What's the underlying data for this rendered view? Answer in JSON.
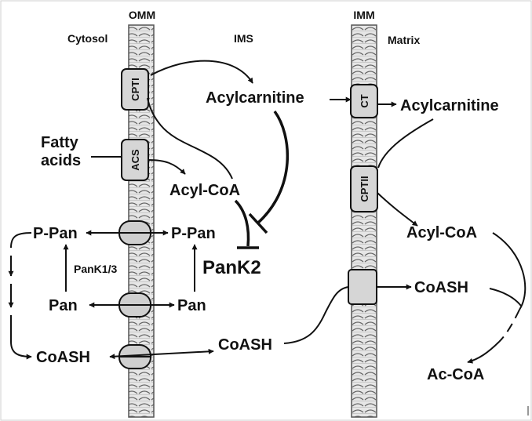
{
  "labels": {
    "omm": "OMM",
    "imm": "IMM",
    "cytosol": "Cytosol",
    "ims": "IMS",
    "matrix": "Matrix",
    "fatty_acids_1": "Fatty",
    "fatty_acids_2": "acids",
    "acylcarnitine_ims": "Acylcarnitine",
    "acylcarnitine_matrix": "Acylcarnitine",
    "acylcoa_ims": "Acyl-CoA",
    "acylcoa_matrix": "Acyl-CoA",
    "ppan_left": "P-Pan",
    "ppan_right": "P-Pan",
    "pank13": "PanK1/3",
    "pank2": "PanK2",
    "pan_left": "Pan",
    "pan_right": "Pan",
    "coash_left": "CoASH",
    "coash_ims": "CoASH",
    "coash_matrix": "CoASH",
    "accoa": "Ac-CoA"
  },
  "proteins": {
    "cpt1": "CPTI",
    "acs": "ACS",
    "ct": "CT",
    "cpt2": "CPTII"
  }
}
